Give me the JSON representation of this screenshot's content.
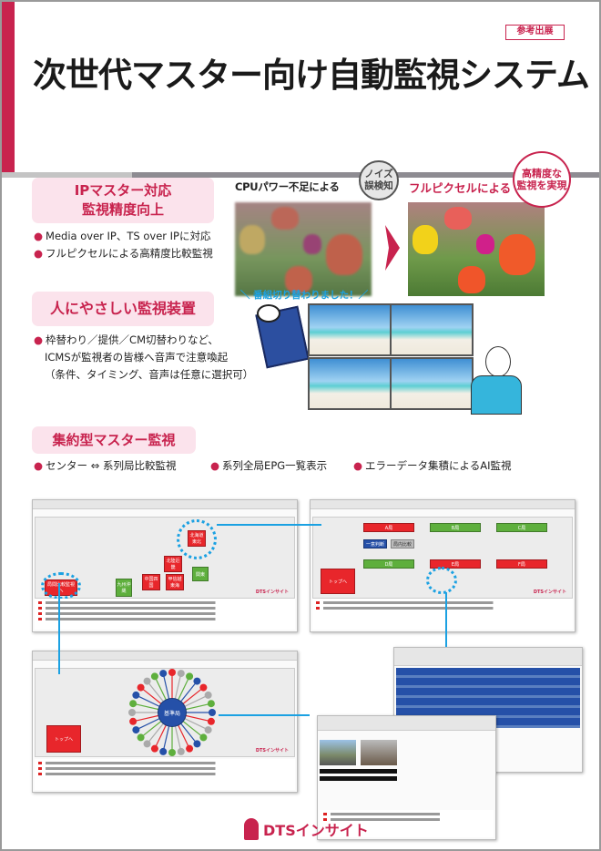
{
  "header": {
    "badge": "参考出展",
    "title": "次世代マスター向け自動監視システム"
  },
  "section1": {
    "heading_line1": "IPマスター対応",
    "heading_line2": "監視精度向上",
    "bullets": [
      "Media over IP、TS over IPに対応",
      "フルピクセルによる高精度比較監視"
    ],
    "before_caption": "CPUパワー不足による",
    "before_bubble_1": "ノイズ",
    "before_bubble_2": "誤検知",
    "after_caption": "フルピクセルによる",
    "after_bubble_1": "高精度な",
    "after_bubble_2": "監視を実現"
  },
  "section2": {
    "heading": "人にやさしい監視装置",
    "bullets": [
      "枠替わり／提供／CM切替わりなど、",
      "ICMSが監視者の皆様へ音声で注意喚起",
      "（条件、タイミング、音声は任意に選択可）"
    ],
    "speech": "＼ 番組切り替わりました！／"
  },
  "section3": {
    "heading": "集約型マスター監視",
    "bullets": [
      "センター ⇔ 系列局比較監視",
      "系列全局EPG一覧表示",
      "エラーデータ集積によるAI監視"
    ],
    "map_regions": [
      "北海道東北",
      "北陸近畿",
      "中国四国",
      "甲信越東海",
      "関東",
      "九州沖縄"
    ],
    "map_button": "局間比較監視へ",
    "stations": [
      "A局",
      "B局",
      "C局",
      "D局",
      "E局",
      "F局"
    ],
    "station_buttons": [
      "一意判断",
      "局内比較"
    ],
    "top_button": "トップへ",
    "hub_label": "基準局",
    "screen_logo": "DTSインサイト"
  },
  "colors": {
    "brand": "#c8234e",
    "accent": "#1ba1e2",
    "ok": "#5eaf3d",
    "alert": "#e8262b",
    "panel": "#2550a8"
  },
  "footer": {
    "logo": "DTSインサイト"
  }
}
